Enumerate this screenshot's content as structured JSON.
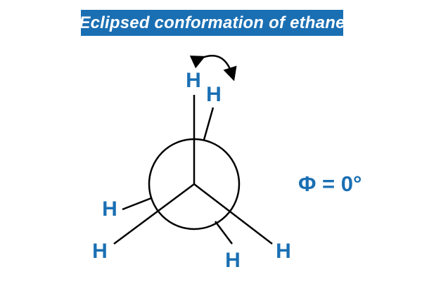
{
  "title": "Eclipsed conformation of ethane",
  "atoms": {
    "front": [
      "H",
      "H",
      "H"
    ],
    "back": [
      "H",
      "H",
      "H"
    ]
  },
  "dihedral_label": "Φ = 0°",
  "colors": {
    "banner": "#1a6fb3",
    "label": "#1a6fb3",
    "line": "#000000"
  },
  "icons": [
    "rotation-arrow-icon"
  ]
}
